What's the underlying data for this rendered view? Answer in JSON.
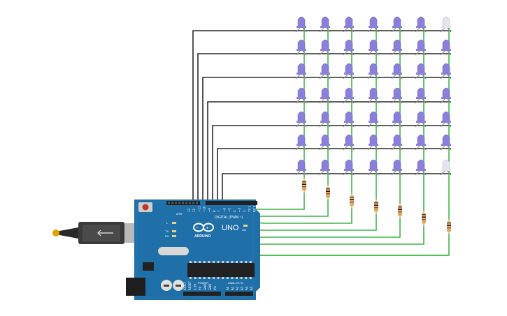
{
  "board": {
    "brand": "ARDUINO",
    "model": "UNO",
    "header_digital": "DIGITAL (PWM ~)",
    "header_power": "POWER",
    "header_analog": "ANALOG IN",
    "label_l": "L",
    "label_tx": "TX",
    "label_rx": "RX",
    "label_on": "ON",
    "label_aref": "AREF",
    "label_gnd": "GND",
    "digital_pins": [
      "13",
      "12",
      "~11",
      "~10",
      "~9",
      "8",
      "7",
      "~6",
      "~5",
      "4",
      "~3",
      "2",
      "TX 1",
      "RX 0"
    ],
    "power_pins": [
      "IOREF",
      "RESET",
      "3.3V",
      "5V",
      "GND",
      "GND",
      "Vin"
    ],
    "analog_pins": [
      "A0",
      "A1",
      "A2",
      "A3",
      "A4",
      "A5"
    ]
  },
  "matrix": {
    "rows": 7,
    "columns": 7,
    "led_color": "#8a80dc",
    "dim_led_color": "#e4e4ee"
  },
  "colors": {
    "board": "#1f6fa8",
    "wire_black": "#2b2b2b",
    "wire_green": "#3fb44a",
    "resistor": "#d8b37a"
  }
}
